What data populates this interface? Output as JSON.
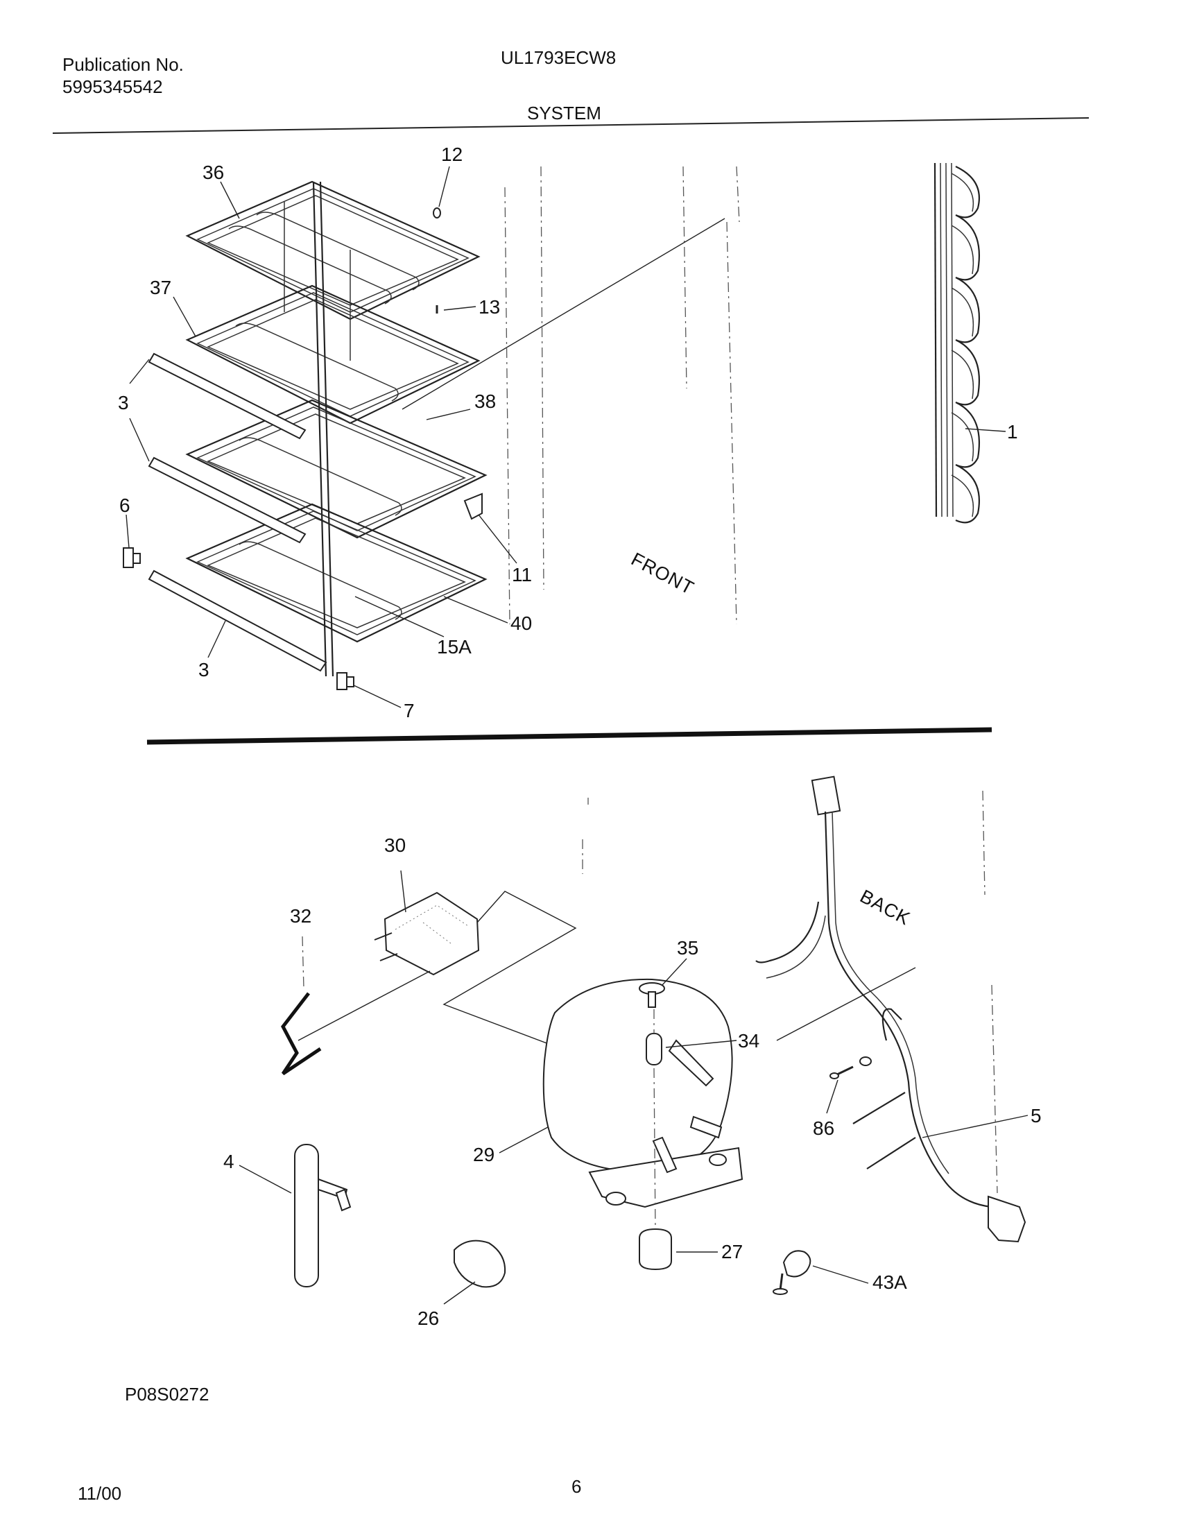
{
  "header": {
    "publication_label": "Publication No.",
    "publication_number": "5995345542",
    "model": "UL1793ECW8",
    "section": "SYSTEM"
  },
  "footer": {
    "drawing_code": "P08S0272",
    "date": "11/00",
    "page": "6"
  },
  "orientation_labels": {
    "front": "FRONT",
    "back": "BACK"
  },
  "callouts": {
    "c36": "36",
    "c12": "12",
    "c37": "37",
    "c13": "13",
    "c3a": "3",
    "c38": "38",
    "c1": "1",
    "c3b": "3",
    "c6": "6",
    "c11": "11",
    "c40": "40",
    "c15a": "15A",
    "c3c": "3",
    "c7": "7",
    "c30": "30",
    "c32": "32",
    "c35": "35",
    "c34": "34",
    "c86": "86",
    "c5": "5",
    "c4": "4",
    "c29": "29",
    "c27": "27",
    "c26": "26",
    "c43a": "43A"
  }
}
